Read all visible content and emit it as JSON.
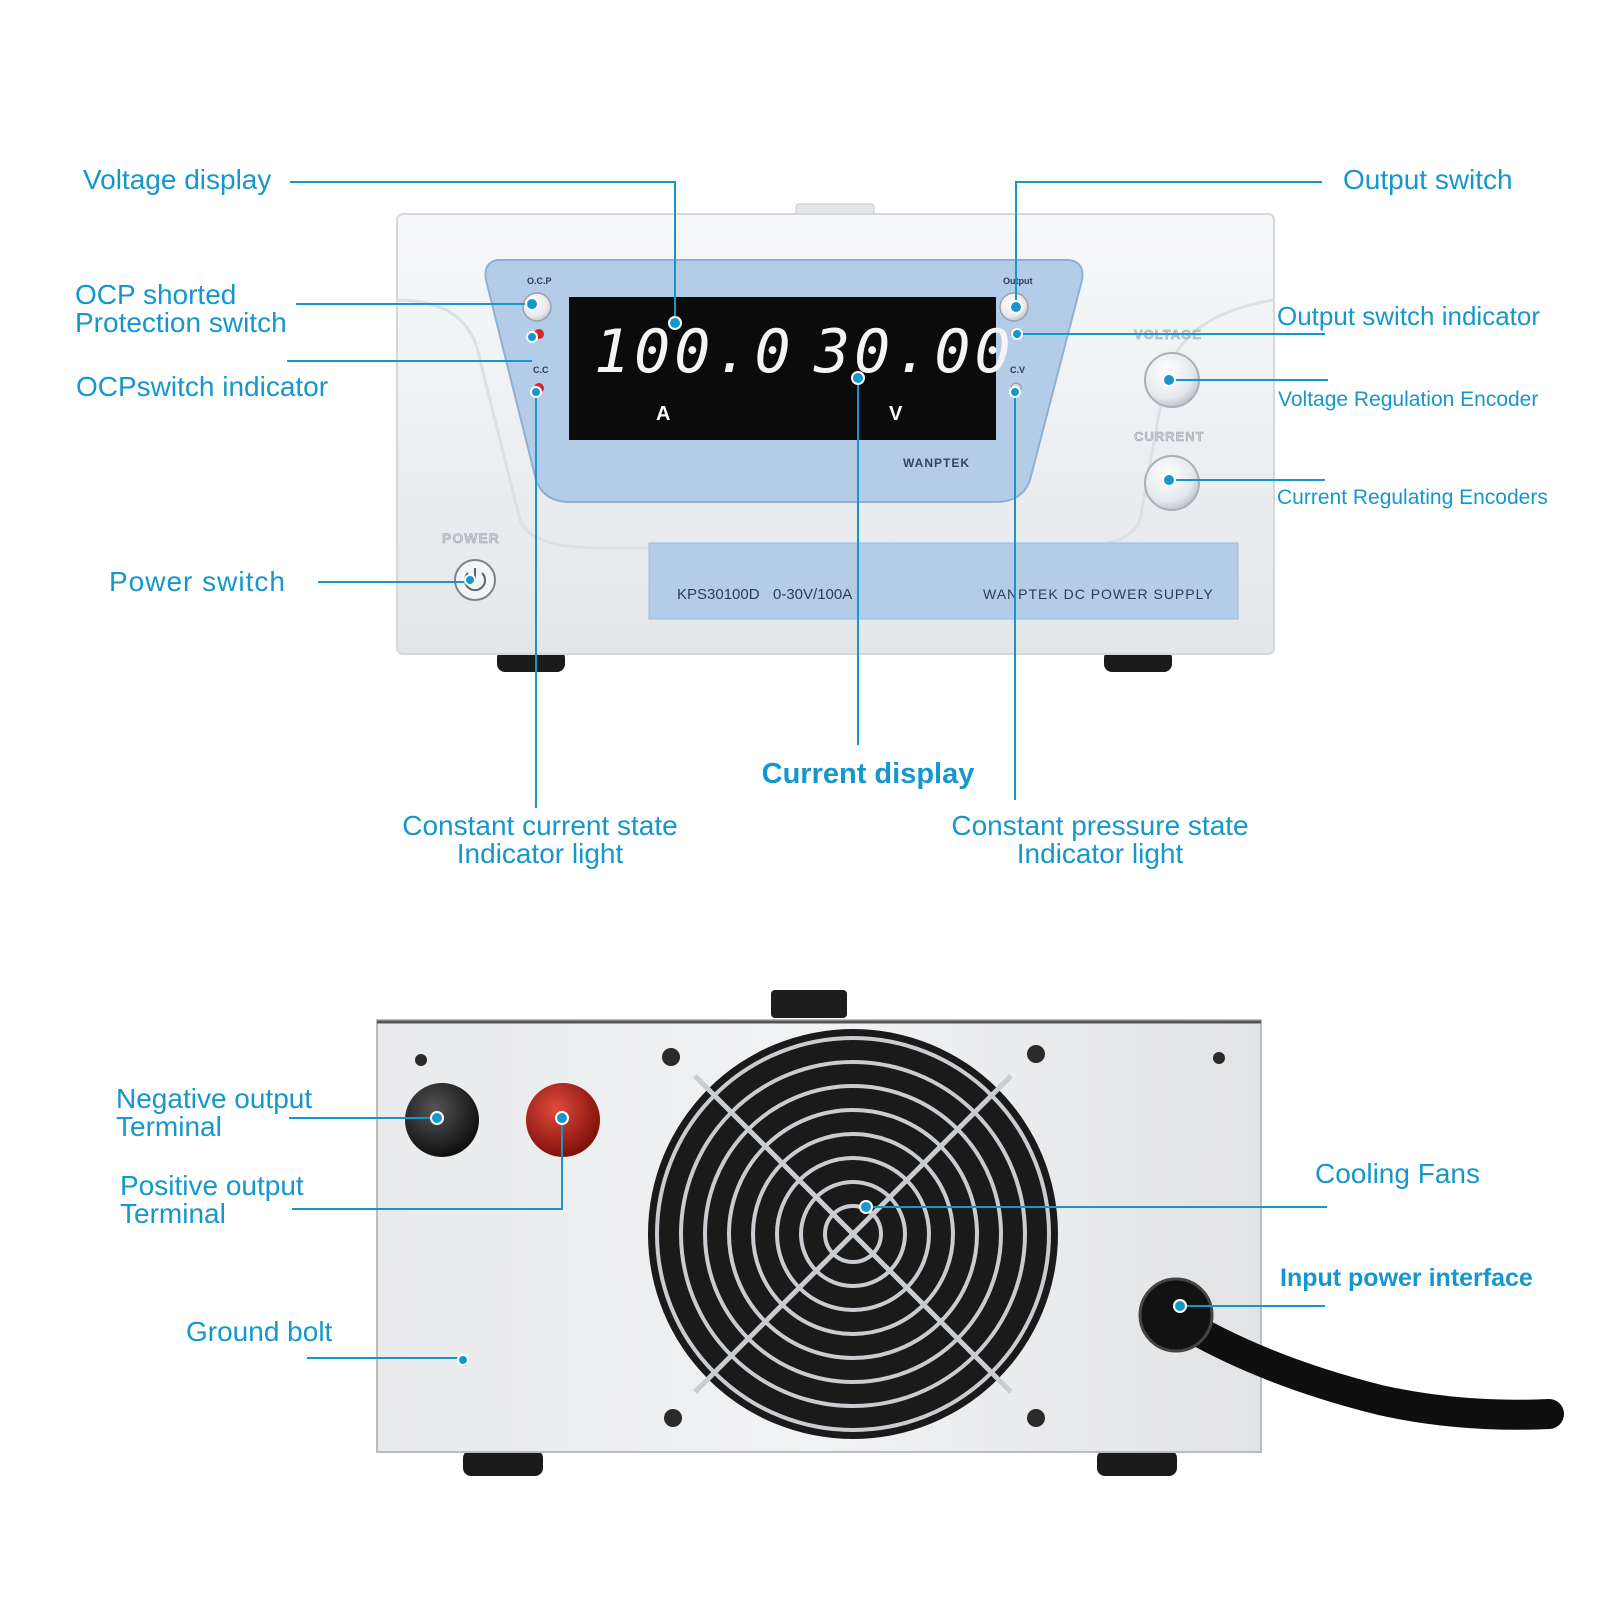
{
  "front_panel": {
    "readout_current": "100.0",
    "readout_voltage": "30.00",
    "unit_current": "A",
    "unit_voltage": "V",
    "label_ocp": "O.C.P",
    "label_output": "Output",
    "label_cc": "C.C",
    "label_cv": "C.V",
    "label_voltage_knob": "VOLTAGE",
    "label_current_knob": "CURRENT",
    "label_power": "POWER",
    "brand": "WANPTEK",
    "model": "KPS30100D",
    "rating": "0-30V/100A",
    "product_line": "WANPTEK DC POWER SUPPLY"
  },
  "front_callouts": {
    "voltage_display": "Voltage display",
    "ocp_shorted_1": "OCP shorted",
    "ocp_shorted_2": "Protection switch",
    "ocp_switch_indicator": "OCPswitch indicator",
    "power_switch": "Power switch",
    "output_switch": "Output switch",
    "output_switch_indicator": "Output switch indicator",
    "voltage_regulation_encoder": "Voltage Regulation Encoder",
    "current_regulating_encoders": "Current Regulating Encoders",
    "current_display": "Current display",
    "cc_light_1": "Constant current state",
    "cc_light_2": "Indicator light",
    "cv_light_1": "Constant pressure state",
    "cv_light_2": "Indicator light"
  },
  "rear_callouts": {
    "negative_terminal_1": "Negative output",
    "negative_terminal_2": "Terminal",
    "positive_terminal_1": "Positive output",
    "positive_terminal_2": "Terminal",
    "ground_bolt": "Ground bolt",
    "cooling_fans": "Cooling Fans",
    "input_power_interface": "Input power interface"
  },
  "colors": {
    "callout": "#1597cc",
    "panel_blue": "#b3cde8",
    "display_bg": "#0b0b0b",
    "chassis": "#f1f2f4",
    "positive_red": "#b3120e"
  }
}
